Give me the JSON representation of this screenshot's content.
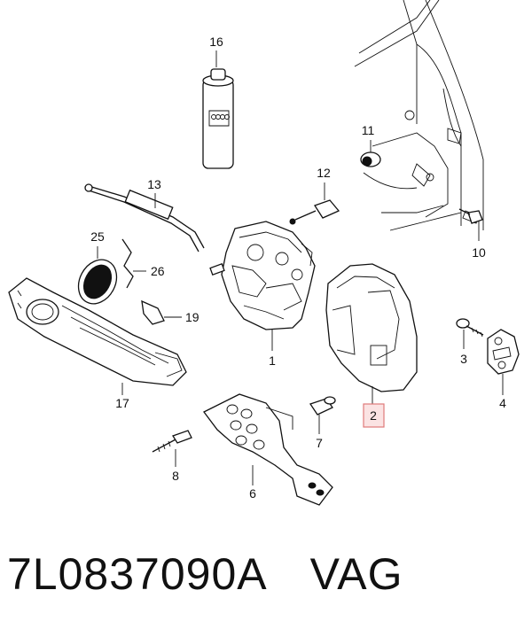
{
  "callouts": {
    "c1": "1",
    "c2": "2",
    "c3": "3",
    "c4": "4",
    "c6": "6",
    "c7": "7",
    "c8": "8",
    "c10": "10",
    "c11": "11",
    "c12": "12",
    "c13": "13",
    "c16": "16",
    "c17": "17",
    "c19": "19",
    "c25": "25",
    "c26": "26"
  },
  "highlighted_callout": "2",
  "highlight_color": "#e07a7a",
  "footer": {
    "part_number": "7L0837090A",
    "brand": "VAG"
  }
}
